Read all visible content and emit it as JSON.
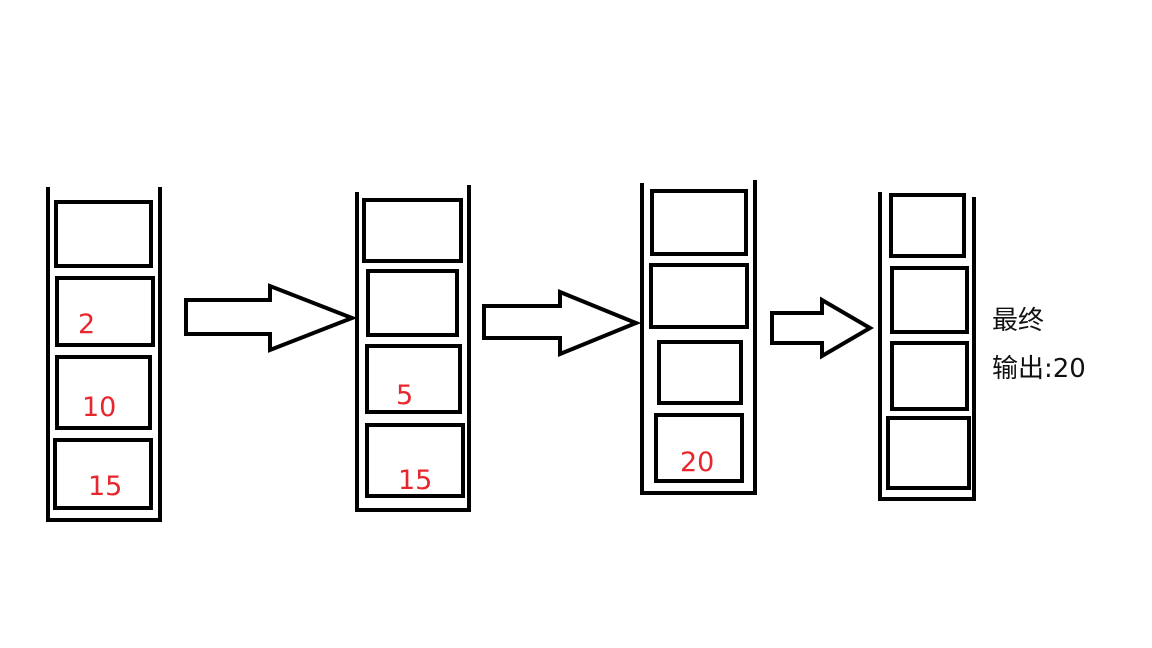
{
  "stacks": [
    {
      "cells": [
        "",
        "2",
        "10",
        "15"
      ]
    },
    {
      "cells": [
        "",
        "",
        "5",
        "15"
      ]
    },
    {
      "cells": [
        "",
        "",
        "",
        "20"
      ]
    },
    {
      "cells": [
        "",
        "",
        "",
        ""
      ]
    }
  ],
  "result": {
    "line1": "最终",
    "line2": "输出:20"
  },
  "colors": {
    "outline": "#000000",
    "value_text": "#e8262e"
  }
}
